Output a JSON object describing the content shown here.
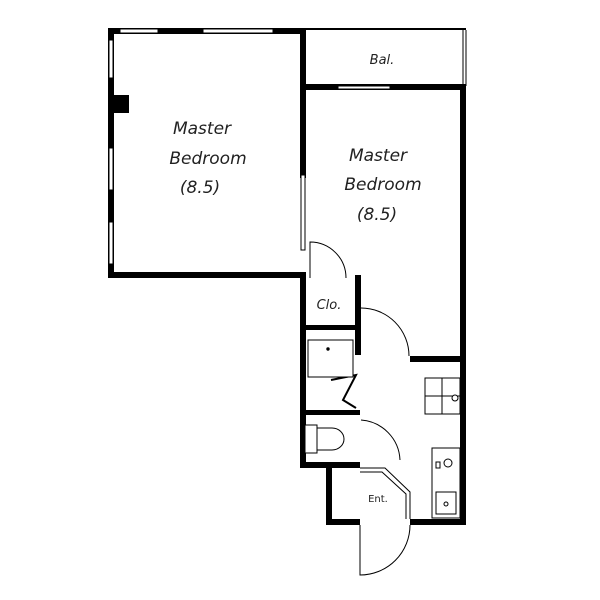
{
  "rooms": {
    "bedroom_left": {
      "name": "Master",
      "name2": "Bedroom",
      "size": "(8.5)"
    },
    "bedroom_right": {
      "name": "Master",
      "name2": "Bedroom",
      "size": "(8.5)"
    },
    "balcony": "Bal.",
    "closet": "Clo.",
    "entrance": "Ent."
  }
}
